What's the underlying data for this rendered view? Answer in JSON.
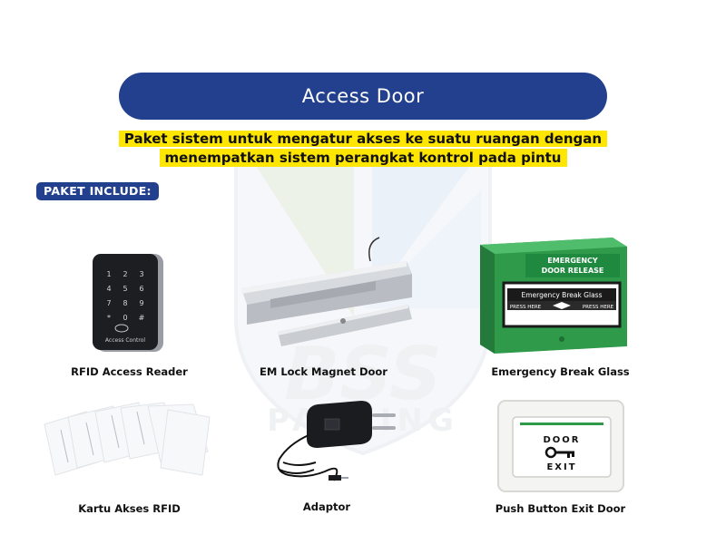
{
  "header": {
    "title": "Access Door"
  },
  "subtitle": {
    "line1": "Paket sistem untuk mengatur akses ke suatu ruangan dengan",
    "line2": "menempatkan sistem perangkat kontrol pada pintu"
  },
  "include_badge": "PAKET INCLUDE:",
  "watermark": {
    "line1": "BSS",
    "line2": "PARKING"
  },
  "products": [
    {
      "name": "RFID Access Reader",
      "device_label": "Access Control",
      "keys": [
        "1",
        "2",
        "3",
        "4",
        "5",
        "6",
        "7",
        "8",
        "9",
        "*",
        "0",
        "#"
      ]
    },
    {
      "name": "EM Lock Magnet Door"
    },
    {
      "name": "Emergency Break Glass",
      "device_label_1": "EMERGENCY",
      "device_label_2": "DOOR RELEASE",
      "glass_label": "Emergency Break Glass",
      "press_label": "PRESS HERE"
    },
    {
      "name": "Kartu Akses RFID"
    },
    {
      "name": "Adaptor"
    },
    {
      "name": "Push Button Exit Door",
      "button_label_1": "DOOR",
      "button_label_2": "EXIT"
    }
  ],
  "colors": {
    "brand_blue": "#23408e",
    "highlight_yellow": "#ffe600",
    "emergency_green": "#2e9a4a"
  }
}
